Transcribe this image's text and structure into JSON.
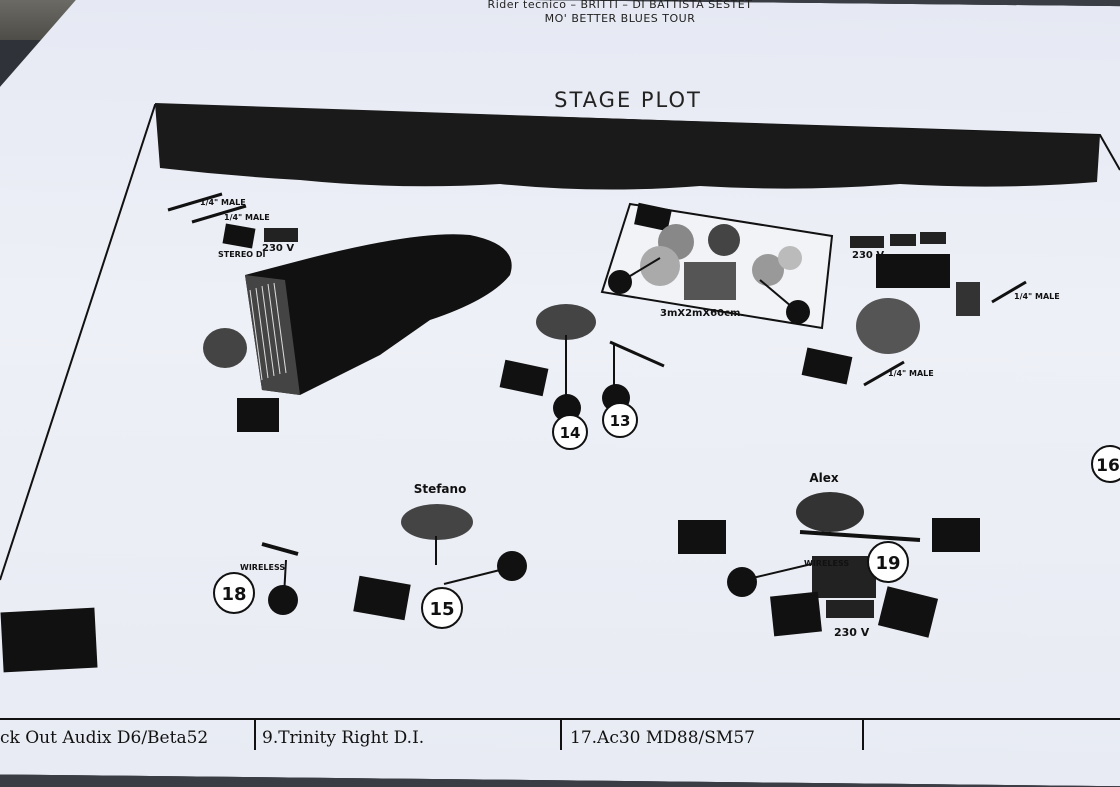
{
  "header": {
    "line1": "Rider tecnico – BRITTI – DI BATTISTA SESTET",
    "line2": "MO' BETTER BLUES TOUR"
  },
  "title": "STAGE PLOT",
  "labels": {
    "male_a": "1/4\" MALE",
    "male_b": "1/4\" MALE",
    "stereo_di": "STEREO DI",
    "v230_left": "230 V",
    "v230_right": "230 V",
    "drum_riser": "3mX2mX60cm.",
    "male_right_top": "1/4\" MALE",
    "male_right_bottom": "1/4\" MALE",
    "wireless_left": "WIRELESS",
    "wireless_right": "WIRELESS",
    "v230_bottom": "230 V",
    "stefano": "Stefano",
    "alex": "Alex"
  },
  "numbers": {
    "n13": "13",
    "n14": "14",
    "n15": "15",
    "n16": "16",
    "n18": "18",
    "n19": "19"
  },
  "table": {
    "cell1": "ck Out Audix D6/Beta52",
    "cell2": "9.Trinity Right D.I.",
    "cell3": "17.Ac30 MD88/SM57"
  }
}
